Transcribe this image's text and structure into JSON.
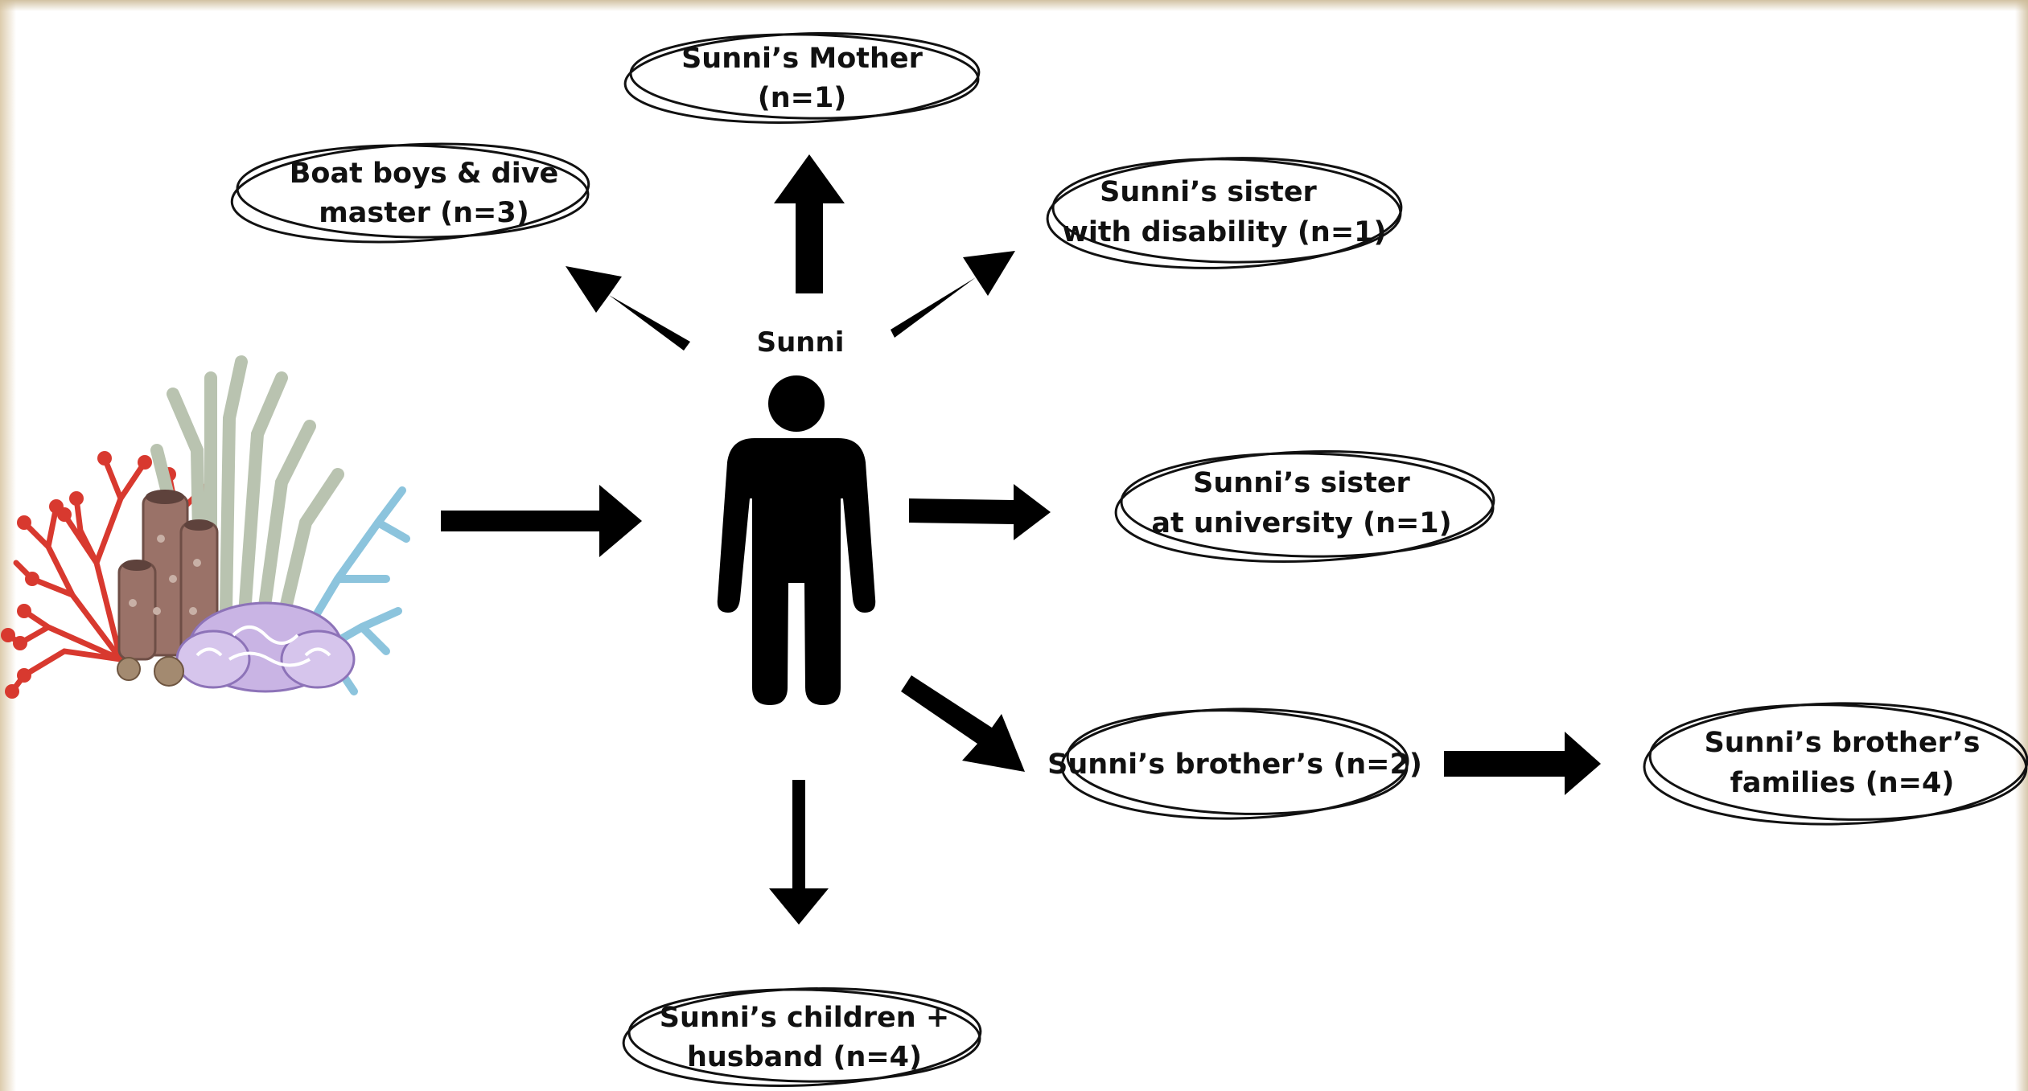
{
  "center": {
    "label": "Sunni"
  },
  "nodes": {
    "mother": {
      "line1": "Sunni’s Mother",
      "line2": "(n=1)"
    },
    "boat": {
      "line1": "Boat boys & dive",
      "line2": "master (n=3)"
    },
    "sister_disability": {
      "line1": "Sunni’s sister",
      "line2": "with disability (n=1)"
    },
    "sister_university": {
      "line1": "Sunni’s sister",
      "line2": "at university (n=1)"
    },
    "brothers": {
      "line1": "Sunni’s brother’s (n=2)"
    },
    "brother_families": {
      "line1": "Sunni’s brother’s",
      "line2": "families (n=4)"
    },
    "children": {
      "line1": "Sunni’s children +",
      "line2": "husband (n=4)"
    }
  },
  "colors": {
    "arrow": "#000000",
    "coral_red": "#d8392f",
    "coral_sponge": "#9a7268",
    "coral_stalk": "#b9c3b0",
    "coral_blue": "#8cc4dd",
    "coral_purple": "#c9b4e4",
    "frame_tan": "#d9c6a4"
  },
  "icons": {
    "coral": "coral-reef-illustration",
    "person": "person-silhouette-icon"
  }
}
